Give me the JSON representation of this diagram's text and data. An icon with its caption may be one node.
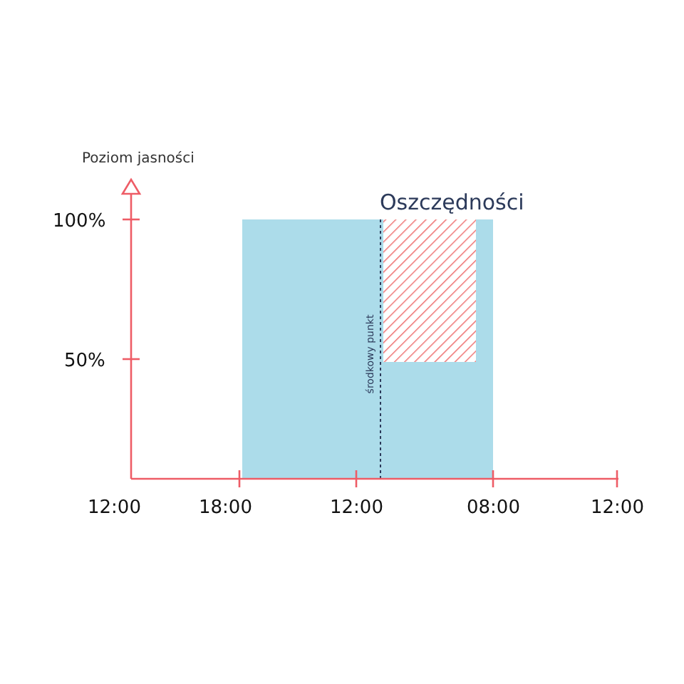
{
  "diagram": {
    "labels": [
      "Poziom jasności",
      "Oszczędności",
      "100%",
      "50%",
      "środkowy punkt",
      "12:00",
      "18:00",
      "12:00",
      "08:00",
      "12:00"
    ]
  }
}
